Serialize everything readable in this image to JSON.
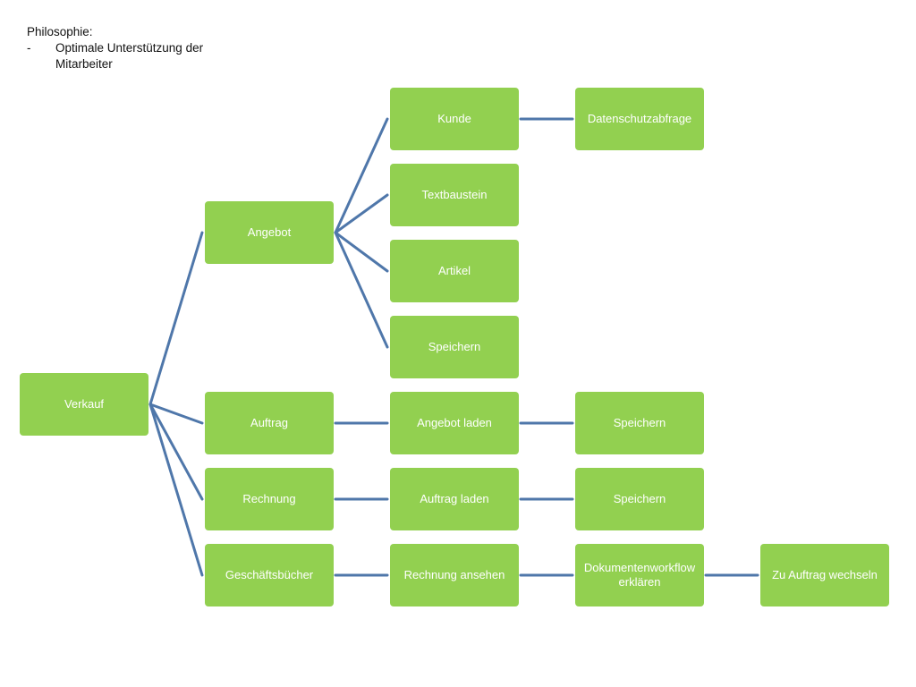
{
  "note": {
    "title": "Philosophie:",
    "bullet": "-",
    "line1": "Optimale Unterstützung der",
    "line2": "Mitarbeiter"
  },
  "diagram": {
    "line_color": "#4f77aa",
    "box_color": "#92d050",
    "root": {
      "id": "verkauf",
      "label": "Verkauf"
    },
    "nodes": {
      "angebot": "Angebot",
      "kunde": "Kunde",
      "datenschutzabfrage": "Datenschutzabfrage",
      "textbaustein": "Textbaustein",
      "artikel": "Artikel",
      "speichern_angebot": "Speichern",
      "auftrag": "Auftrag",
      "angebot_laden": "Angebot  laden",
      "speichern_auftrag": "Speichern",
      "rechnung": "Rechnung",
      "auftrag_laden": "Auftrag laden",
      "speichern_rechnung": "Speichern",
      "geschaeftsbuecher": "Geschäftsbücher",
      "rechnung_ansehen": "Rechnung ansehen",
      "dokumentenworkflow": "Dokumentenworkflow erklären",
      "zu_auftrag_wechseln": "Zu Auftrag wechseln"
    },
    "edges": [
      [
        "verkauf",
        "angebot"
      ],
      [
        "verkauf",
        "auftrag"
      ],
      [
        "verkauf",
        "rechnung"
      ],
      [
        "verkauf",
        "geschaeftsbuecher"
      ],
      [
        "angebot",
        "kunde"
      ],
      [
        "angebot",
        "textbaustein"
      ],
      [
        "angebot",
        "artikel"
      ],
      [
        "angebot",
        "speichern_angebot"
      ],
      [
        "kunde",
        "datenschutzabfrage"
      ],
      [
        "auftrag",
        "angebot_laden"
      ],
      [
        "angebot_laden",
        "speichern_auftrag"
      ],
      [
        "rechnung",
        "auftrag_laden"
      ],
      [
        "auftrag_laden",
        "speichern_rechnung"
      ],
      [
        "geschaeftsbuecher",
        "rechnung_ansehen"
      ],
      [
        "rechnung_ansehen",
        "dokumentenworkflow"
      ],
      [
        "dokumentenworkflow",
        "zu_auftrag_wechseln"
      ]
    ]
  }
}
